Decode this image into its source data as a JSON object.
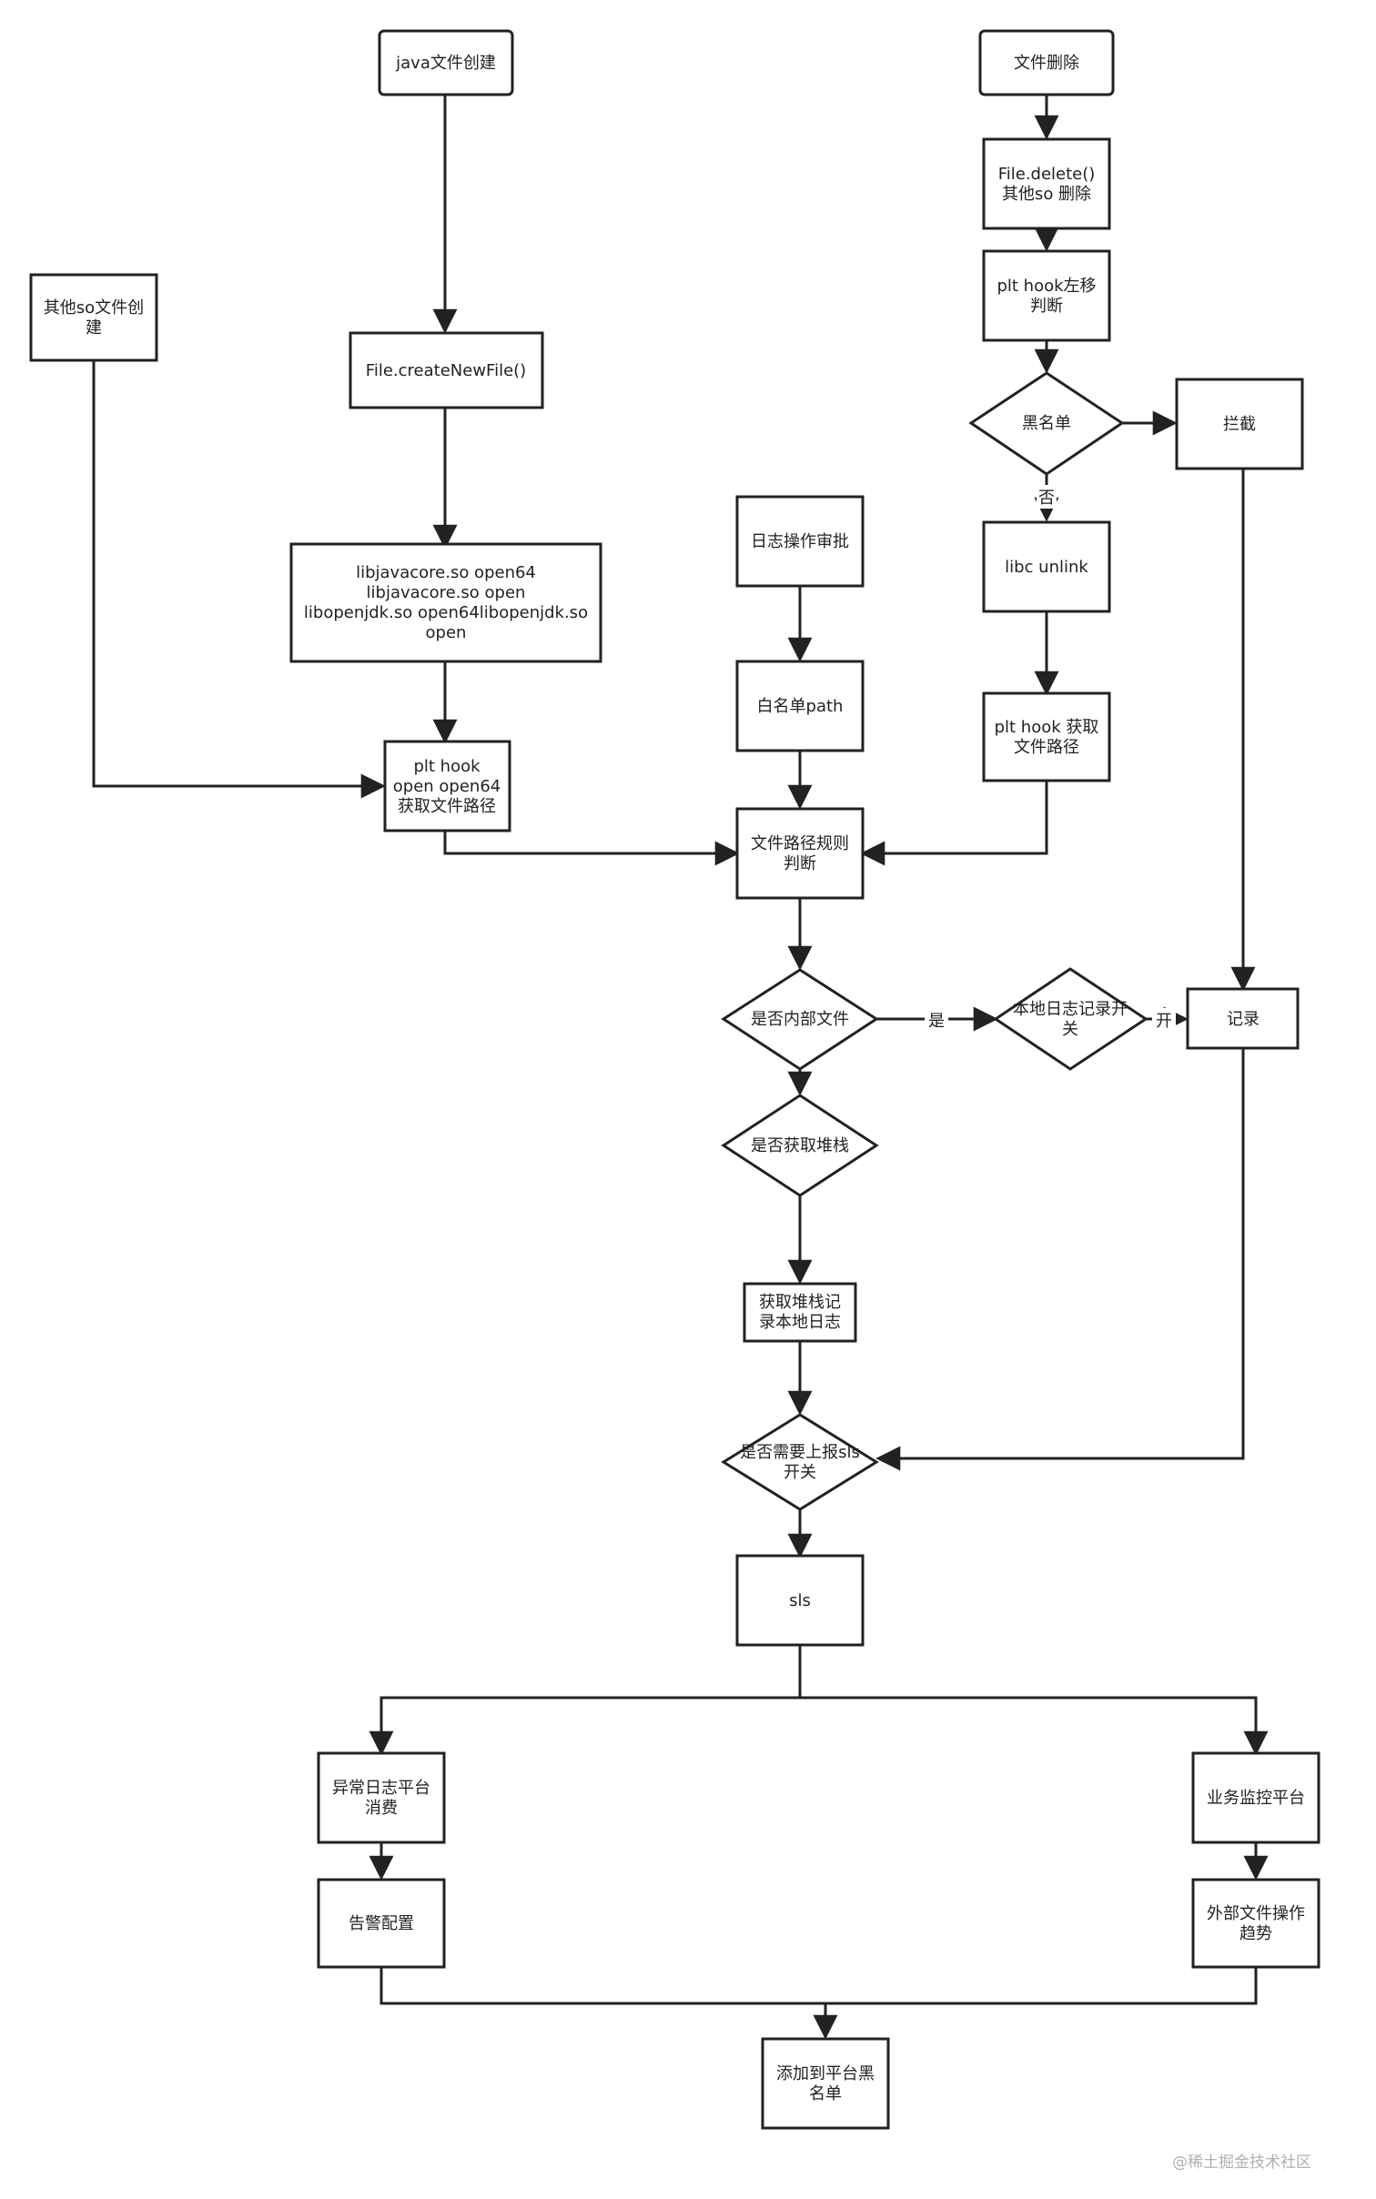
{
  "nodes": {
    "java_create": "java文件创建",
    "other_so_create": "其他so文件创\n建",
    "create_new_file": "File.createNewFile()",
    "lib_open": "libjavacore.so open64\nlibjavacore.so open\nlibopenjdk.so open64libopenjdk.so\nopen",
    "plt_hook_open": "plt hook\nopen open64\n获取文件路径",
    "log_approval": "日志操作审批",
    "whitelist_path": "白名单path",
    "path_rule": "文件路径规则\n判断",
    "is_internal": "是否内部文件",
    "local_log_switch": "本地日志记录开\n关",
    "record": "记录",
    "get_stack": "是否获取堆栈",
    "stack_log": "获取堆栈记\n录本地日志",
    "report_sls": "是否需要上报sls\n开关",
    "sls": "sls",
    "file_delete": "文件删除",
    "delete_call": "File.delete()\n其他so 删除",
    "plt_hook_left": "plt hook左移\n判断",
    "blacklist": "黑名单",
    "intercept": "拦截",
    "libc_unlink": "libc unlink",
    "plt_hook_path": "plt hook 获取\n文件路径",
    "abnormal_log": "异常日志平台\n消费",
    "alert_config": "告警配置",
    "biz_monitor": "业务监控平台",
    "external_trend": "外部文件操作\n趋势",
    "add_blacklist": "添加到平台黑\n名单"
  },
  "edge_labels": {
    "yes": "是",
    "no": "否",
    "open": "开"
  },
  "watermark": "@稀土掘金技术社区",
  "colors": {
    "stroke": "#222222",
    "text": "#222222",
    "watermark": "#b0b0b0"
  }
}
